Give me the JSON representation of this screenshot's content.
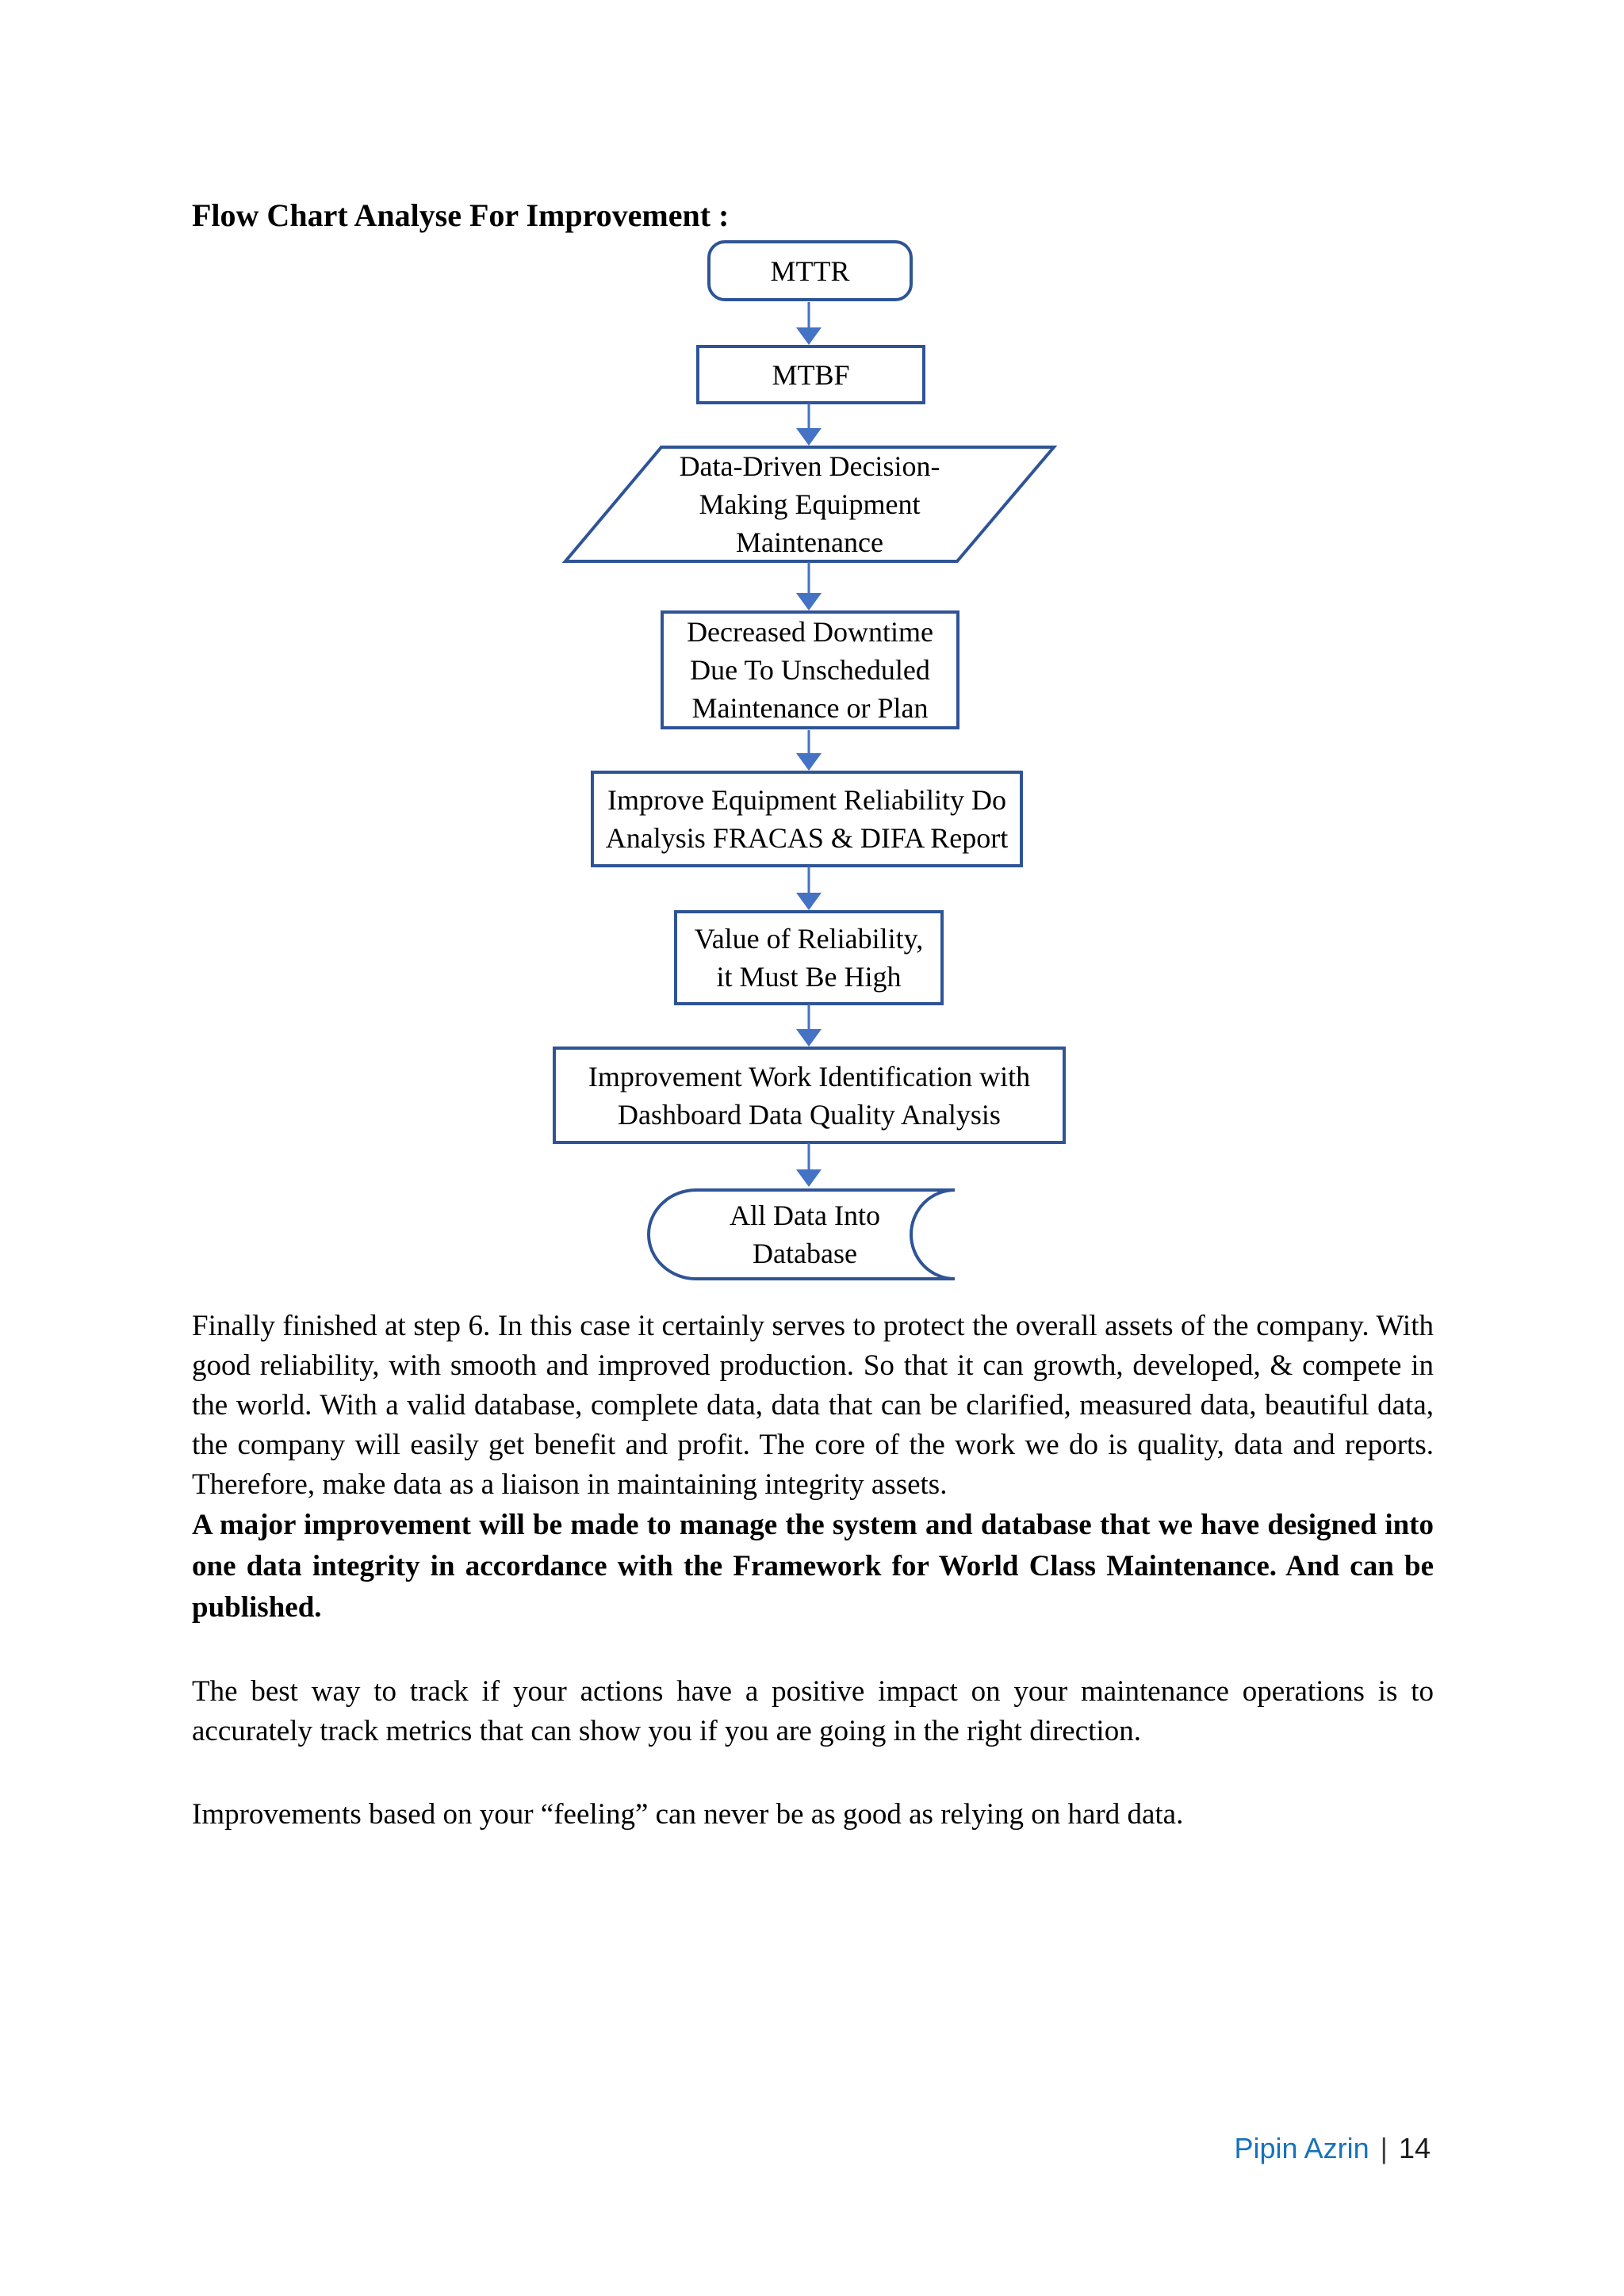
{
  "page": {
    "title": "Flow Chart Analyse For Improvement :"
  },
  "flowchart": {
    "colors": {
      "shape_border": "#2F5496",
      "arrow": "#4472C4",
      "node_text": "#000000"
    },
    "nodes": [
      {
        "id": "mttr",
        "shape": "rounded-rectangle",
        "label": "MTTR"
      },
      {
        "id": "mtbf",
        "shape": "rectangle",
        "label": "MTBF"
      },
      {
        "id": "data-driven",
        "shape": "parallelogram",
        "label": "Data-Driven Decision-\nMaking Equipment\nMaintenance"
      },
      {
        "id": "decreased-downtime",
        "shape": "rectangle",
        "label": "Decreased Downtime\nDue To Unscheduled\nMaintenance or Plan"
      },
      {
        "id": "improve-reliability",
        "shape": "rectangle",
        "label": "Improve Equipment Reliability Do\nAnalysis FRACAS & DIFA Report"
      },
      {
        "id": "value-reliability",
        "shape": "rectangle",
        "label": "Value of Reliability,\nit Must Be High"
      },
      {
        "id": "improvement-work",
        "shape": "rectangle",
        "label": "Improvement Work Identification with\nDashboard Data Quality Analysis"
      },
      {
        "id": "database",
        "shape": "stored-data",
        "label": "All Data Into\nDatabase"
      }
    ]
  },
  "body": {
    "paragraphs": [
      "Finally finished at step 6. In this case it certainly serves to protect the overall assets of the company. With good reliability, with smooth and improved production. So that it can growth, developed, & compete in the world. With a valid database, complete data, data that can be clarified, measured data, beautiful data, the company will easily get benefit and profit. The core of the work we do is quality, data and reports. Therefore, make data as a liaison in maintaining integrity assets.",
      "A major improvement will be made to manage the system and database that we have designed into one data integrity in accordance with the Framework for World Class Maintenance. And can be published.",
      "The best way to track if your actions have a positive impact on your maintenance operations is to accurately track metrics that can show you if you are going in the right direction.",
      "Improvements based on your “feeling” can never be as good as relying on hard data."
    ]
  },
  "footer": {
    "author": "Pipin Azrin",
    "separator": "|",
    "page_number": "14",
    "author_color": "#1572BD"
  }
}
